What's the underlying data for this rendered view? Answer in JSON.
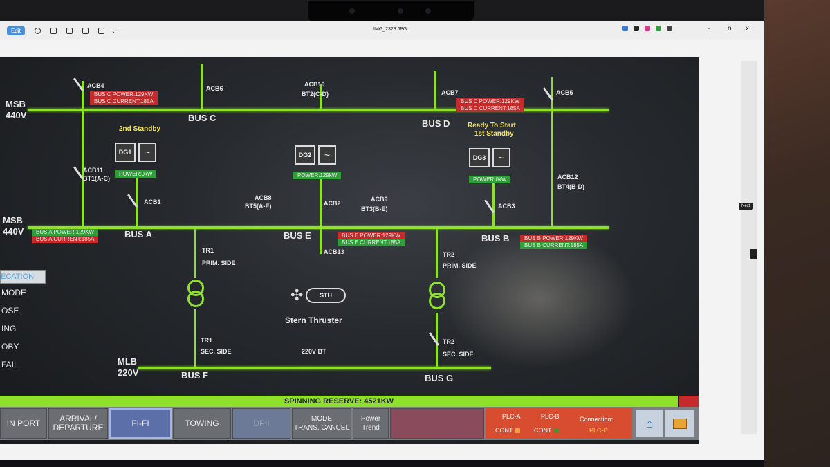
{
  "viewer": {
    "edit_label": "Edit",
    "file_name": "IMG_2323.JPG",
    "more_label": "...",
    "next_label": "Next",
    "minimize": "-",
    "restore": "o",
    "close": "x"
  },
  "hmi": {
    "buses": {
      "msb_top_label": "MSB",
      "msb_top_voltage": "440V",
      "msb_bottom_label": "MSB",
      "msb_bottom_voltage": "440V",
      "bus_a": "BUS A",
      "bus_b": "BUS B",
      "bus_c": "BUS C",
      "bus_d": "BUS D",
      "bus_e": "BUS E",
      "bus_f": "BUS F",
      "bus_g": "BUS G",
      "mlb_label": "MLB",
      "mlb_voltage": "220V"
    },
    "breakers": {
      "acb1": "ACB1",
      "acb2": "ACB2",
      "acb3": "ACB3",
      "acb4": "ACB4",
      "acb5": "ACB5",
      "acb6": "ACB6",
      "acb7": "ACB7",
      "acb8": "ACB8",
      "acb8_sub": "BT5(A-E)",
      "acb9": "ACB9",
      "acb9_sub": "BT3(B-E)",
      "acb10": "ACB10",
      "acb10_sub": "BT2(C-D)",
      "acb11": "ACB11",
      "acb11_sub": "BT1(A-C)",
      "acb12": "ACB12",
      "acb12_sub": "BT4(B-D)",
      "acb13": "ACB13"
    },
    "info": {
      "bus_c_power": "BUS C POWER:129KW",
      "bus_c_current": "BUS C CURRENT:185A",
      "bus_d_power": "BUS D POWER:129KW",
      "bus_d_current": "BUS D CURRENT:185A",
      "bus_a_power": "BUS A POWER:129KW",
      "bus_a_current": "BUS A CURRENT:185A",
      "bus_e_power": "BUS E POWER:129KW",
      "bus_e_current": "BUS E CURRENT:185A",
      "bus_b_power": "BUS B POWER:129KW",
      "bus_b_current": "BUS B CURRENT:185A"
    },
    "generators": {
      "dg1": "DG1",
      "dg1_power": "POWER:0kW",
      "dg1_status": "2nd Standby",
      "dg2": "DG2",
      "dg2_power": "POWER:129kW",
      "dg3": "DG3",
      "dg3_power": "POWER:0kW",
      "dg3_status_1": "Ready To Start",
      "dg3_status_2": "1st Standby",
      "ac_symbol": "~"
    },
    "transformers": {
      "tr1_prim": "TR1",
      "tr1_prim_sub": "PRIM. SIDE",
      "tr1_sec": "TR1",
      "tr1_sec_sub": "SEC. SIDE",
      "tr2_prim": "TR2",
      "tr2_prim_sub": "PRIM. SIDE",
      "tr2_sec": "TR2",
      "tr2_sec_sub": "SEC. SIDE"
    },
    "thruster": {
      "label": "STH",
      "name": "Stern Thruster",
      "voltage": "220V BT"
    },
    "side_menu": {
      "header": "ECATION",
      "items": [
        "MODE",
        "OSE",
        "ING",
        "OBY",
        "FAIL"
      ]
    },
    "spinning_reserve": "SPINNING RESERVE: 4521KW",
    "buttons": {
      "in_port": "IN PORT",
      "arrival_line1": "ARRIVAL/",
      "arrival_line2": "DEPARTURE",
      "fifi": "FI-FI",
      "towing": "TOWING",
      "dpii": "DPII",
      "mode_cancel_line1": "MODE",
      "mode_cancel_line2": "TRANS. CANCEL",
      "power_trend_line1": "Power",
      "power_trend_line2": "Trend"
    },
    "plc": {
      "plc_a": "PLC-A",
      "plc_b": "PLC-B",
      "cont_a": "CONT",
      "cont_b": "CONT",
      "connection_label": "Connection:",
      "connection_value": "PLC-B",
      "cont_a_color": "#e8a436",
      "cont_b_color": "#2f9e39"
    }
  },
  "colors": {
    "bus_green": "#8ee02a",
    "alarm_red": "#c72a2a",
    "ok_green": "#2f9e39",
    "status_yellow": "#f2e45a"
  }
}
